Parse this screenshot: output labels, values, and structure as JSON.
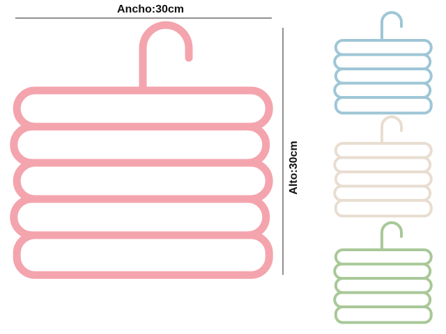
{
  "dimensions": {
    "width_label": "Ancho:30cm",
    "height_label": "Alto:30cm"
  },
  "hangers": [
    {
      "name": "pink",
      "color": "#f4a4ad",
      "loops": 5
    },
    {
      "name": "blue",
      "color": "#9ec6d6",
      "loops": 5
    },
    {
      "name": "cream",
      "color": "#e8ddd0",
      "loops": 5
    },
    {
      "name": "green",
      "color": "#a8c898",
      "loops": 5
    }
  ]
}
